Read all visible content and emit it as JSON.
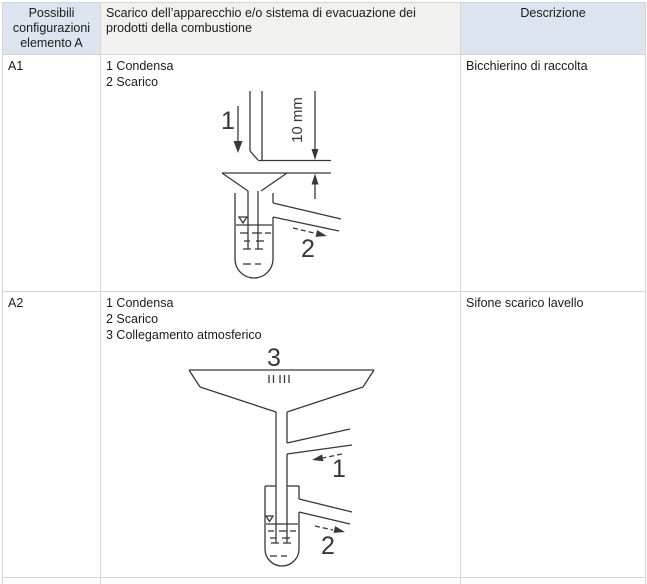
{
  "colors": {
    "header_blue": "#dbe4ef",
    "header_gray": "#f1f1ef",
    "table_border": "#d4d4d4",
    "diagram_ink": "#383838",
    "text": "#1b1b1b"
  },
  "table": {
    "header": {
      "col1": "Possibili configurazioni elemento A",
      "col2": "Scarico dell’apparecchio e/o sistema di evacuazione dei prodotti della combustione",
      "col3": "Descrizione"
    },
    "rows": [
      {
        "config": "A1",
        "legend": [
          "1 Condensa",
          "2 Scarico"
        ],
        "description": "Bicchierino di raccolta",
        "diagram": {
          "type": "line-drawing",
          "labels": {
            "condensa": "1",
            "scarico": "2",
            "dimension": "10 mm"
          }
        }
      },
      {
        "config": "A2",
        "legend": [
          "1 Condensa",
          "2 Scarico",
          "3 Collegamento atmosferico"
        ],
        "description": "Sifone scarico lavello",
        "diagram": {
          "type": "line-drawing",
          "labels": {
            "condensa": "1",
            "scarico": "2",
            "collegamento_atmosferico": "3"
          }
        }
      }
    ]
  }
}
